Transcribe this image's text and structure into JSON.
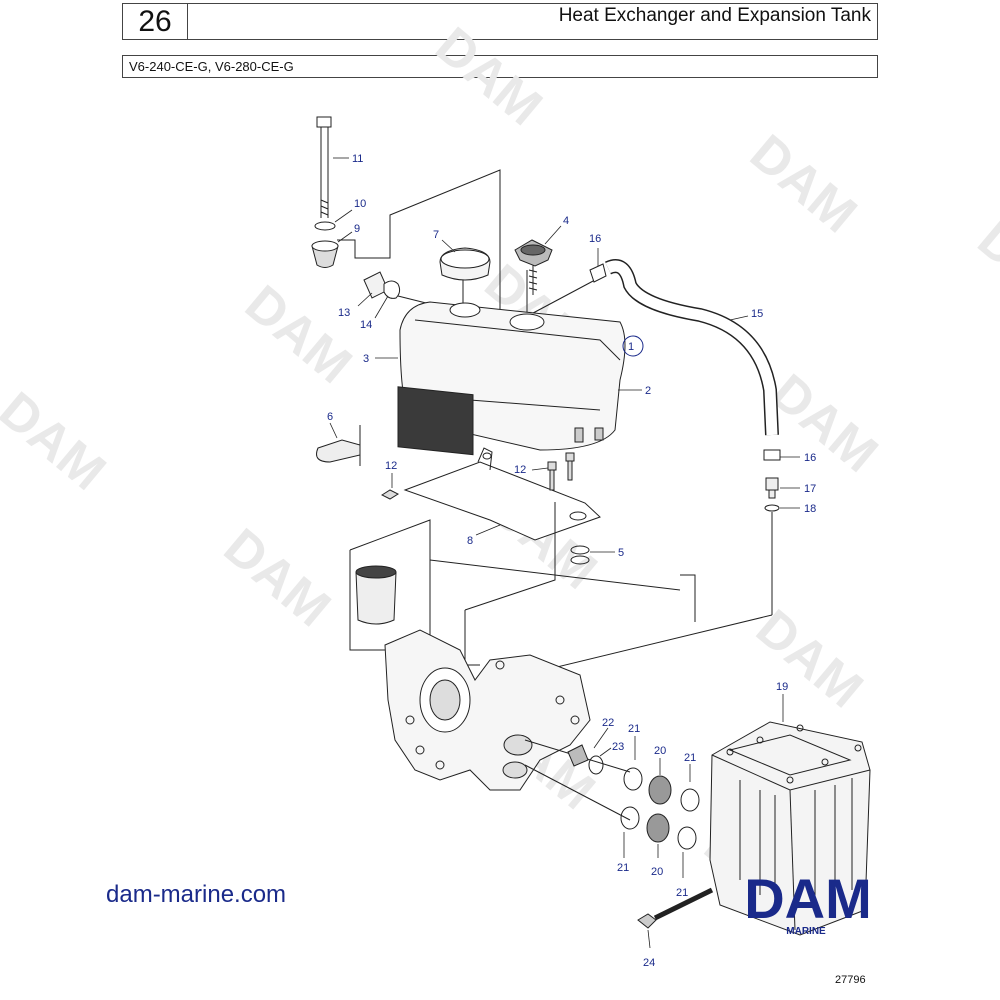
{
  "header": {
    "page_number": "26",
    "title": "Heat Exchanger and Expansion Tank",
    "models": "V6-240-CE-G, V6-280-CE-G"
  },
  "watermark_text": "DAM",
  "callouts": {
    "c1": "1",
    "c2": "2",
    "c3": "3",
    "c4": "4",
    "c5": "5",
    "c6": "6",
    "c7": "7",
    "c8": "8",
    "c9": "9",
    "c10": "10",
    "c11": "11",
    "c12a": "12",
    "c12b": "12",
    "c13": "13",
    "c14": "14",
    "c15": "15",
    "c16a": "16",
    "c16b": "16",
    "c17": "17",
    "c18": "18",
    "c19": "19",
    "c20a": "20",
    "c20b": "20",
    "c21a": "21",
    "c21b": "21",
    "c21c": "21",
    "c21d": "21",
    "c22": "22",
    "c23": "23",
    "c24": "24"
  },
  "footer": {
    "website": "dam-marine.com",
    "logo_text": "DAM",
    "logo_subtext": "MARINE",
    "drawing_number": "27796"
  },
  "colors": {
    "callout": "#1a2a8a",
    "line": "#222222",
    "logo": "#1a2a8a",
    "watermark": "#e9e9e9"
  }
}
